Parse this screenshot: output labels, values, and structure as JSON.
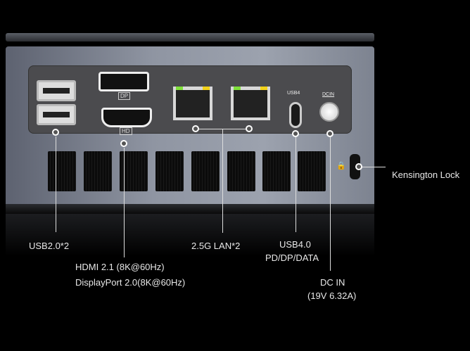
{
  "ports": {
    "dp_tag": "DP",
    "hd_tag": "HD",
    "usb4_tag": "USB4",
    "dcin_tag": "DCIN"
  },
  "labels": {
    "usb2": "USB2.0*2",
    "hdmi": "HDMI 2.1 (8K@60Hz)",
    "displayport": "DisplayPort 2.0(8K@60Hz)",
    "lan": "2.5G LAN*2",
    "usb4_line1": "USB4.0",
    "usb4_line2": "PD/DP/DATA",
    "dcin_line1": "DC IN",
    "dcin_line2": "(19V 6.32A)",
    "kensington": "Kensington Lock"
  },
  "colors": {
    "led_green": "#7fe03a",
    "led_yellow": "#f2d21a"
  }
}
